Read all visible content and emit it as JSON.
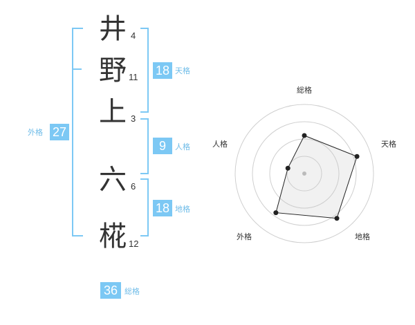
{
  "name": {
    "chars": [
      {
        "char": "井",
        "strokes": "4"
      },
      {
        "char": "野",
        "strokes": "11"
      },
      {
        "char": "上",
        "strokes": "3"
      },
      {
        "char": "六",
        "strokes": "6"
      },
      {
        "char": "椛",
        "strokes": "12"
      }
    ]
  },
  "fortune": {
    "tenkaku": {
      "value": "18",
      "label": "天格"
    },
    "jinkaku": {
      "value": "9",
      "label": "人格"
    },
    "chikaku": {
      "value": "18",
      "label": "地格"
    },
    "gaikaku": {
      "value": "27",
      "label": "外格"
    },
    "soukaku": {
      "value": "36",
      "label": "総格"
    }
  },
  "radar": {
    "labels": {
      "top": "総格",
      "right": "天格",
      "bottom_right": "地格",
      "bottom_left": "外格",
      "left": "人格"
    },
    "scores": [
      0.55,
      0.8,
      0.8,
      0.7,
      0.25
    ],
    "rings": 4
  },
  "colors": {
    "accent": "#7cc8f4",
    "label": "#6fbce8",
    "text": "#333333"
  }
}
